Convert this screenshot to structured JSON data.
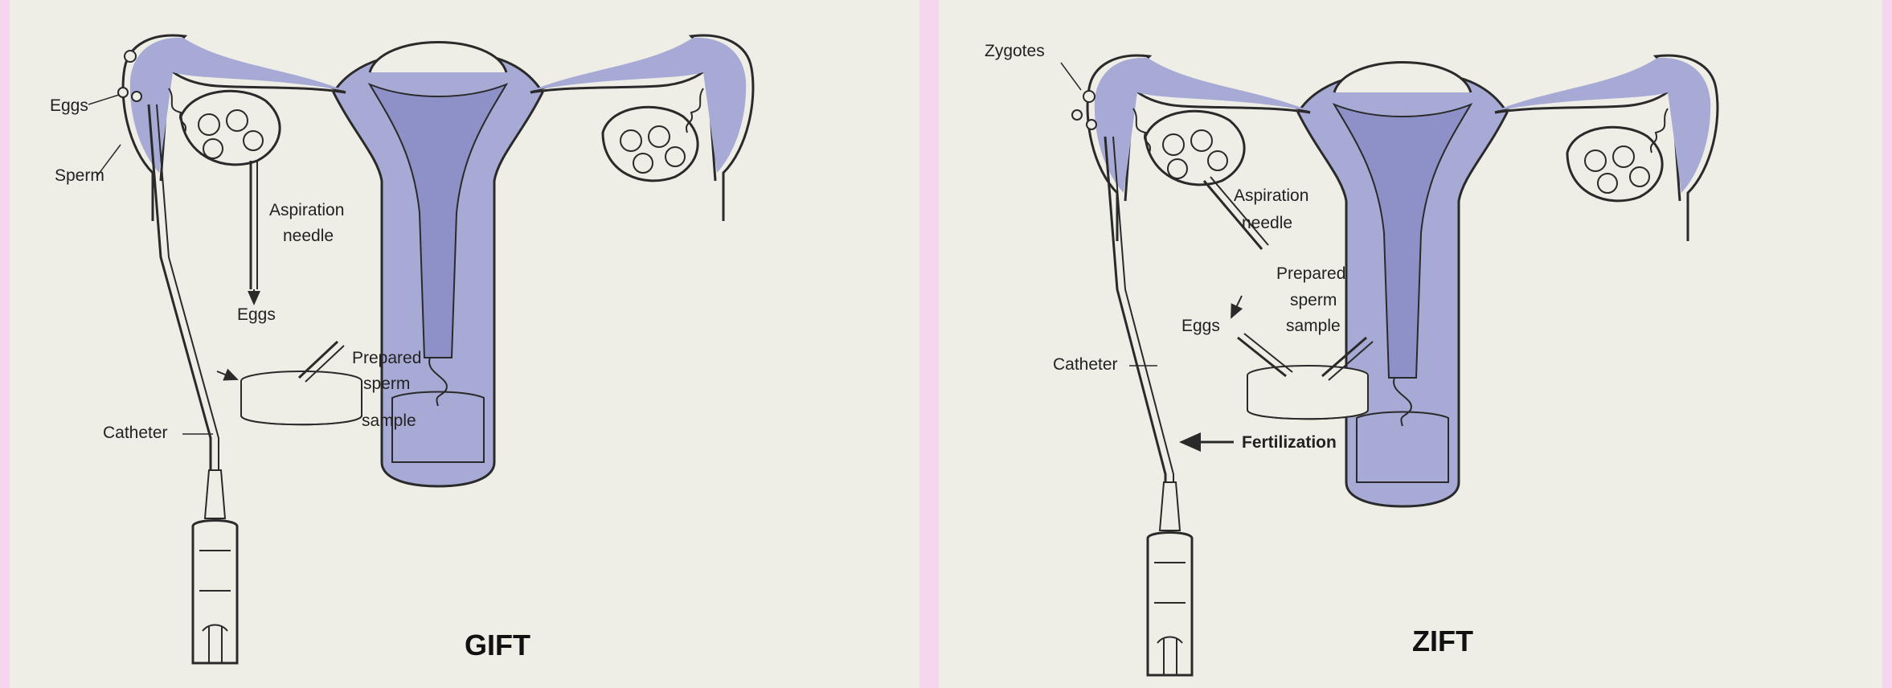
{
  "colors": {
    "border": "#f6d6ee",
    "paper": "#eeede6",
    "tissue": "#a8aad6",
    "line": "#2a2a2a"
  },
  "gift": {
    "title": "GIFT",
    "labels": {
      "eggs_top": "Eggs",
      "sperm": "Sperm",
      "aspiration": "Aspiration",
      "needle": "needle",
      "eggs_mid": "Eggs",
      "prepared": "Prepared",
      "sperm_word": "sperm",
      "sample": "sample",
      "catheter": "Catheter"
    }
  },
  "zift": {
    "title": "ZIFT",
    "labels": {
      "zygotes": "Zygotes",
      "aspiration": "Aspiration",
      "needle": "needle",
      "prepared": "Prepared",
      "sperm_word": "sperm",
      "sample": "sample",
      "eggs": "Eggs",
      "catheter": "Catheter",
      "fertilization": "Fertilization"
    }
  }
}
